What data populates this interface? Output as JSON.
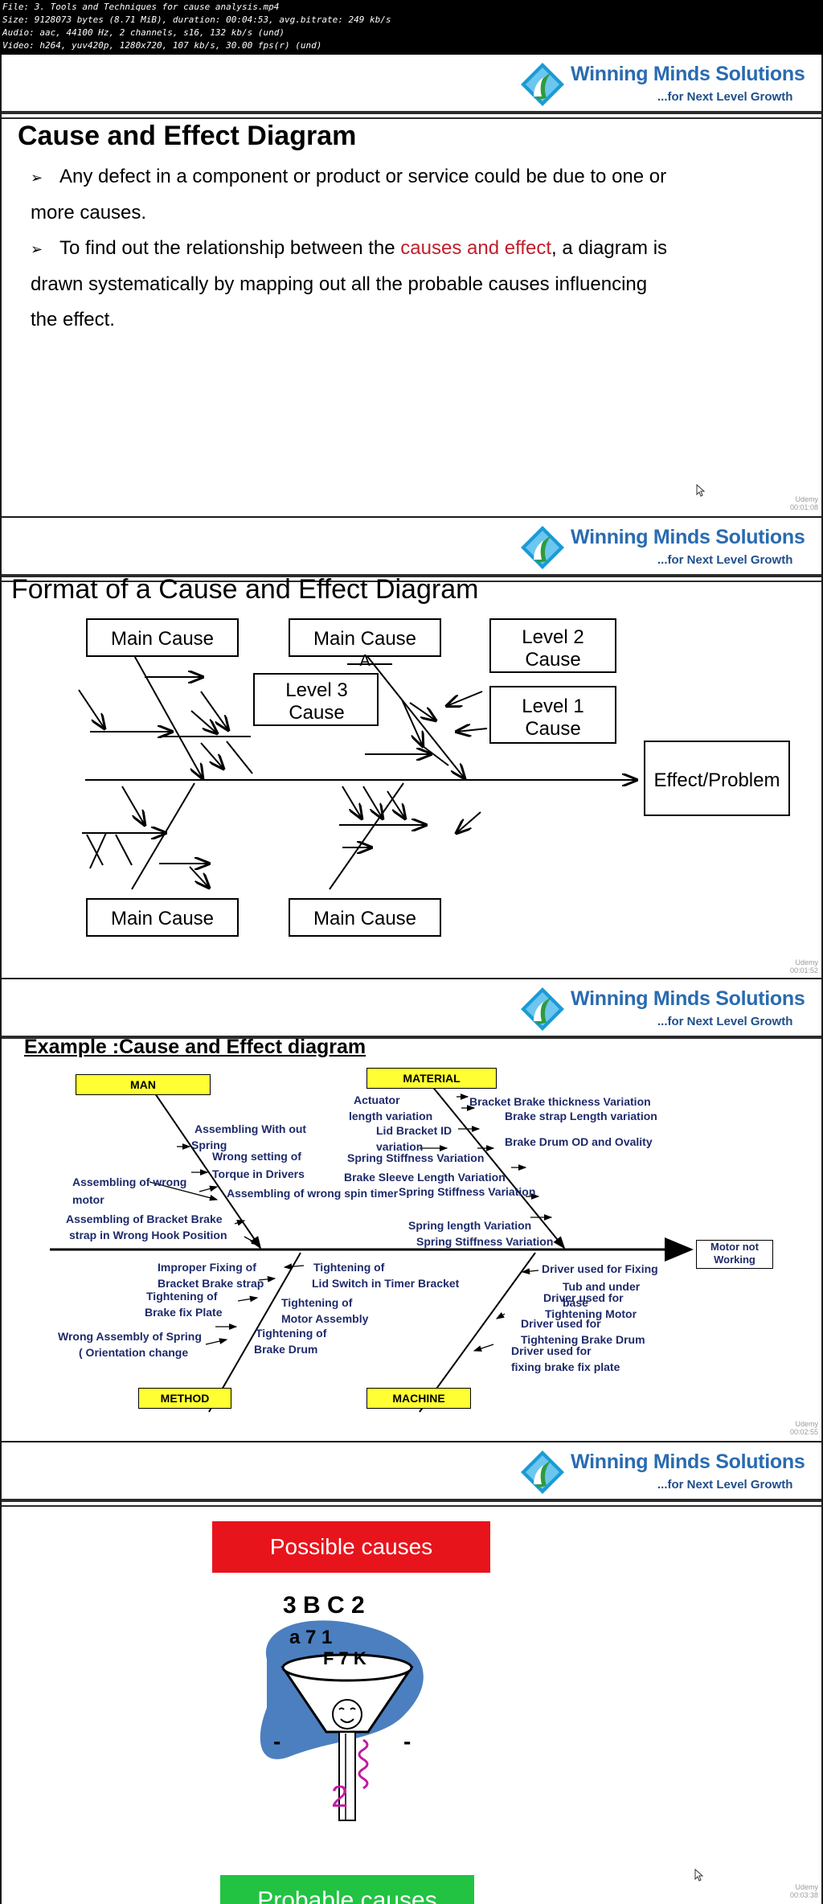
{
  "file_info": [
    "File: 3. Tools and Techniques for cause analysis.mp4",
    "Size: 9128073 bytes (8.71 MiB), duration: 00:04:53, avg.bitrate: 249 kb/s",
    "Audio: aac, 44100 Hz, 2 channels, s16, 132 kb/s (und)",
    "Video: h264, yuv420p, 1280x720, 107 kb/s, 30.00 fps(r) (und)"
  ],
  "brand": {
    "name": "Winning Minds Solutions",
    "tagline": "...for Next Level Growth",
    "name_color": "#2a6bb0",
    "tagline_color": "#1f4e8a"
  },
  "watermark": {
    "brand": "Udemy",
    "timestamps": [
      "00:01:08",
      "00:01:52",
      "00:02:55",
      "00:03:38"
    ]
  },
  "slide1": {
    "title": "Cause and Effect Diagram",
    "bullet1": "Any defect in a component or  product or service could be due to one or",
    "bullet1_cont": "more causes.",
    "bullet2_pre": "To find out the relationship between the ",
    "bullet2_red": "causes and effect",
    "bullet2_post": ", a diagram is",
    "bullet2_line2": "drawn systematically by mapping out all the probable causes influencing",
    "bullet2_line3": "the effect.",
    "arrow": "➢"
  },
  "slide2": {
    "title": "Format of a Cause and Effect Diagram",
    "main_cause_1": "Main Cause",
    "main_cause_2": "Main Cause",
    "main_cause_a": "A",
    "main_cause_3": "Main Cause",
    "main_cause_4": "Main Cause",
    "level3_1": "Level  3",
    "level3_2": "Cause",
    "level2_1": "Level  2",
    "level2_2": "Cause",
    "level1_1": "Level  1",
    "level1_2": "Cause",
    "effect": "Effect/Problem"
  },
  "slide3": {
    "title": "Example  :Cause and Effect diagram",
    "man": "MAN",
    "material": "MATERIAL",
    "method": "METHOD",
    "machine": "MACHINE",
    "effect_1": "Motor not",
    "effect_2": "Working",
    "labels": {
      "assembling_without": "Assembling  With  out",
      "spring": "Spring",
      "wrong_setting": "Wrong setting of",
      "torque": "Torque in Drivers",
      "asm_wrong_motor_1": "Assembling of wrong",
      "asm_wrong_motor_2": "motor",
      "asm_wrong_spin": "Assembling of wrong spin timer",
      "asm_bracket_1": "Assembling of Bracket Brake",
      "asm_bracket_2": "strap  in Wrong Hook Position",
      "actuator_1": "Actuator",
      "actuator_2": "length variation",
      "lid_bracket_1": "Lid  Bracket ID",
      "lid_bracket_2": "variation",
      "bracket_thk": "Bracket Brake thickness Variation",
      "brake_strap": "Brake strap Length variation",
      "brake_drum_od": "Brake Drum OD and Ovality",
      "spring_stiff_1": "Spring Stiffness Variation",
      "brake_sleeve": "Brake Sleeve Length Variation",
      "spring_stiff_2": "Spring Stiffness Variation",
      "spring_length": "Spring length Variation",
      "spring_stiff_3": "Spring Stiffness Variation",
      "improper_1": "Improper Fixing of",
      "improper_2": "Bracket Brake  strap",
      "tight_lid_1": "Tightening of",
      "tight_lid_2": "Lid Switch in Timer Bracket",
      "tight_brake_1": "Tightening of",
      "tight_brake_2": "Brake fix Plate",
      "tight_motor_1": "Tightening of",
      "tight_motor_2": "Motor Assembly",
      "wrong_asm_spring_1": "Wrong Assembly of Spring",
      "wrong_asm_spring_2": "( Orientation change",
      "tight_drum_1": "Tightening of",
      "tight_drum_2": "Brake Drum",
      "driver_fixing": "Driver used for Fixing",
      "tub_under": "Tub and under",
      "base": "base",
      "driver_for": "Driver used for",
      "tight_motor_3": "Tightening  Motor",
      "driver_used": "Driver used for",
      "tight_brake_drum": "Tightening Brake Drum",
      "driver_used_2": "Driver used for",
      "fix_brake_plate": "fixing brake fix plate"
    }
  },
  "slide4": {
    "possible": "Possible causes",
    "probable": "Probable causes",
    "symbols": "3 B C 2",
    "symbols2": "a 7 1",
    "symbols3": "F 7 K",
    "out_num": "2",
    "dash": "-"
  }
}
